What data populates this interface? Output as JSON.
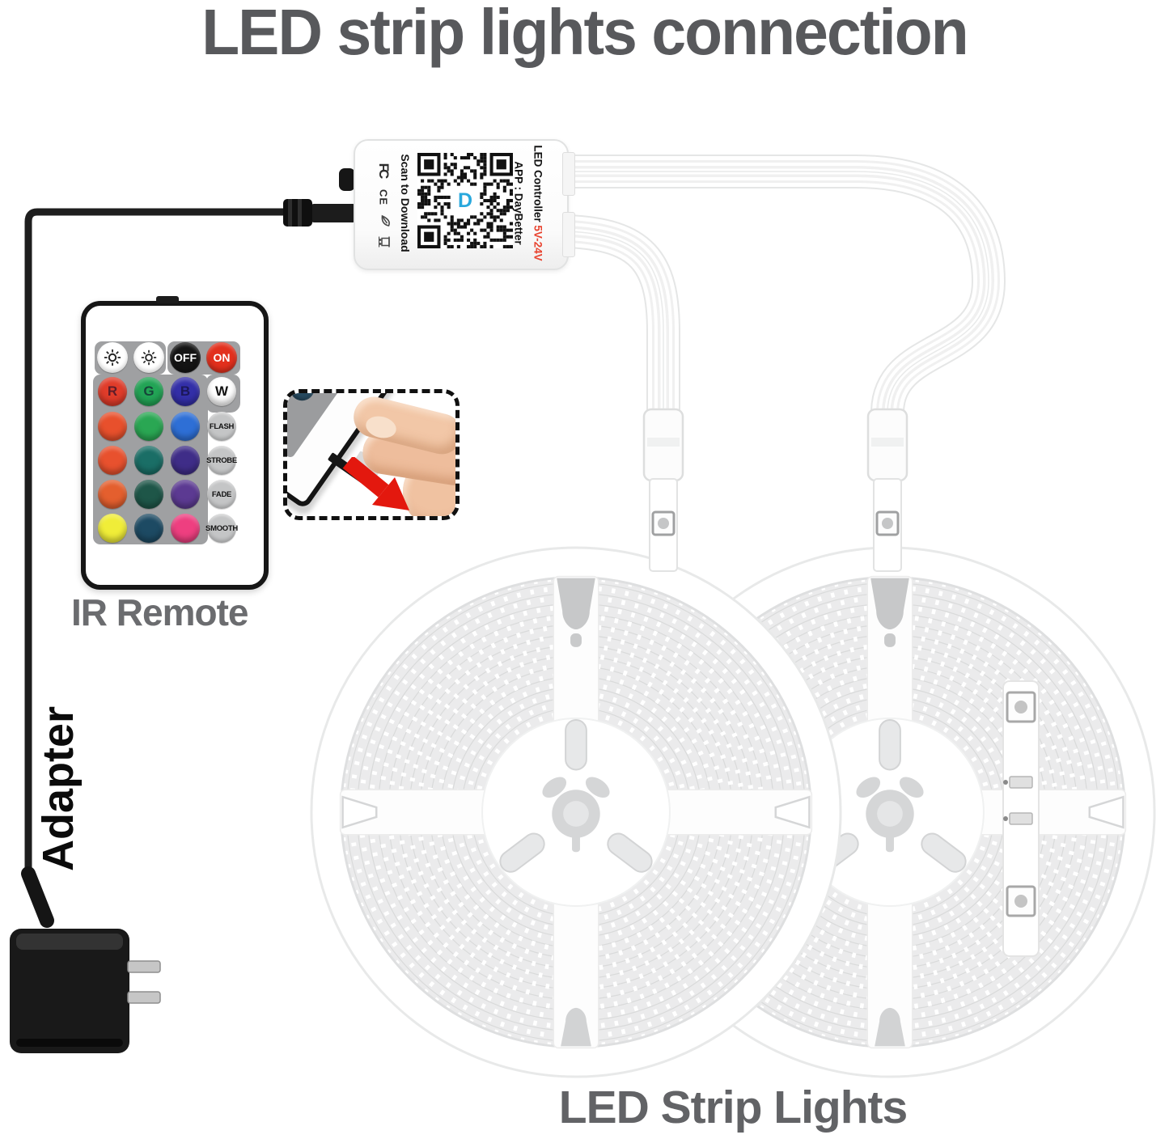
{
  "title": "LED strip lights connection",
  "labels": {
    "ir_remote": "IR Remote",
    "adapter": "Adapter",
    "led_strips": "LED Strip Lights"
  },
  "controller": {
    "product_line": "LED Controller",
    "voltage": "5V-24V",
    "app_line": "APP : DayBetter",
    "scan_text": "Scan to Download",
    "cert_fcc": "FC",
    "cert_ce": "CE",
    "qr_letter": "D",
    "qr_logo_color": "#29a8dd",
    "voltage_color": "#e8432f"
  },
  "remote": {
    "off_label": "OFF",
    "on_label": "ON",
    "off_color": "#141414",
    "on_color": "#e2301d",
    "panel_color": "#9fa0a2",
    "rows": [
      [
        {
          "label": "R",
          "color": "#e03c2a"
        },
        {
          "label": "G",
          "color": "#22a455"
        },
        {
          "label": "B",
          "color": "#332fa8"
        },
        {
          "label": "W",
          "color": "#ffffff"
        }
      ],
      [
        {
          "label": "",
          "color": "#e8502c"
        },
        {
          "label": "",
          "color": "#2aa753"
        },
        {
          "label": "",
          "color": "#2e6fd6"
        },
        {
          "label": "FLASH",
          "color": "#c4c5c6"
        }
      ],
      [
        {
          "label": "",
          "color": "#e8512e"
        },
        {
          "label": "",
          "color": "#1a6e66"
        },
        {
          "label": "",
          "color": "#3f2d88"
        },
        {
          "label": "STROBE",
          "color": "#c4c5c6"
        }
      ],
      [
        {
          "label": "",
          "color": "#e45f2e"
        },
        {
          "label": "",
          "color": "#1e5648"
        },
        {
          "label": "",
          "color": "#5c3a92"
        },
        {
          "label": "FADE",
          "color": "#c4c5c6"
        }
      ],
      [
        {
          "label": "",
          "color": "#f0ed38"
        },
        {
          "label": "",
          "color": "#1d4a63"
        },
        {
          "label": "",
          "color": "#ee3f80"
        },
        {
          "label": "SMOOTH",
          "color": "#c4c5c6"
        }
      ]
    ]
  },
  "inset": {
    "dot_colors": [
      "#2d6b5a",
      "#53408f",
      "#2f6e68",
      "#df4480",
      "#e7e33d",
      "#26495f"
    ],
    "arrow_color": "#e3180e"
  },
  "colors": {
    "title_gray": "#58595c",
    "label_gray": "#626366",
    "cable_black": "#1e1e1e"
  }
}
